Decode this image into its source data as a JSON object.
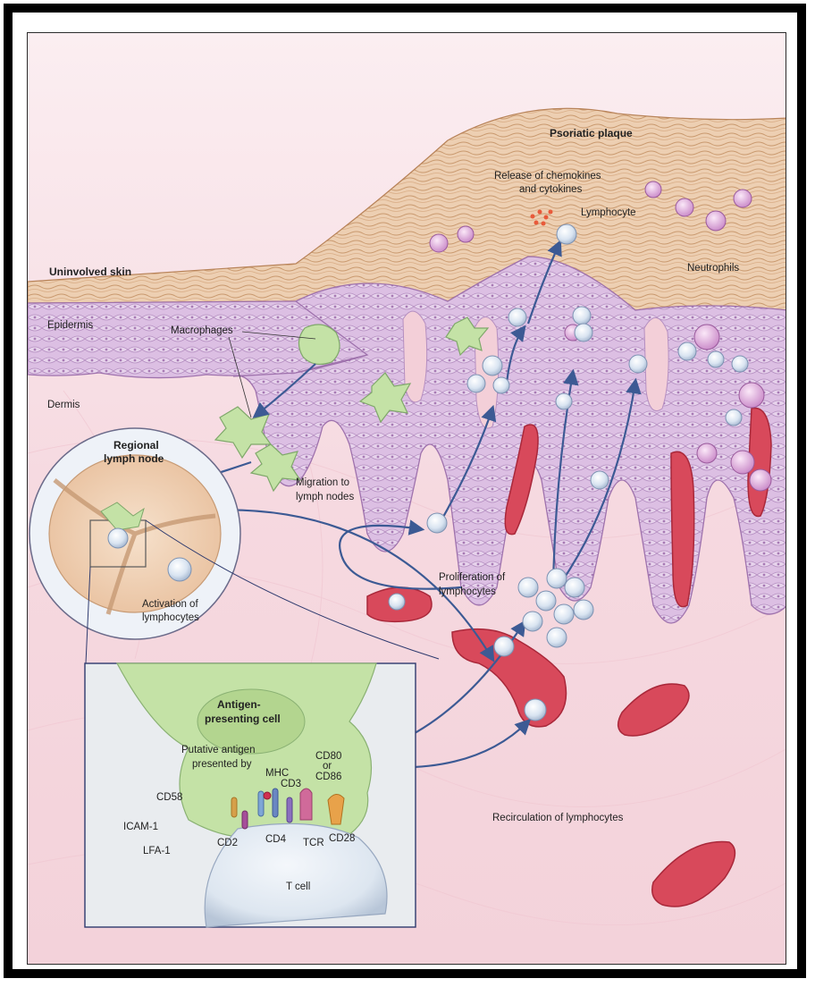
{
  "labels": {
    "uninvolved_skin": "Uninvolved skin",
    "psoriatic_plaque": "Psoriatic plaque",
    "release_line1": "Release of chemokines",
    "release_line2": "and cytokines",
    "lymphocyte": "Lymphocyte",
    "neutrophils": "Neutrophils",
    "epidermis": "Epidermis",
    "dermis": "Dermis",
    "macrophages": "Macrophages",
    "regional_line1": "Regional",
    "regional_line2": "lymph node",
    "migration_line1": "Migration to",
    "migration_line2": "lymph nodes",
    "activation_line1": "Activation of",
    "activation_line2": "lymphocytes",
    "proliferation_line1": "Proliferation of",
    "proliferation_line2": "lymphocytes",
    "recirculation": "Recirculation of lymphocytes",
    "apc_line1": "Antigen-",
    "apc_line2": "presenting cell",
    "putative_line1": "Putative antigen",
    "putative_line2": "presented by",
    "mhc": "MHC",
    "cd3": "CD3",
    "cd80_line1": "CD80",
    "cd80_line2": "or",
    "cd80_line3": "CD86",
    "cd58": "CD58",
    "icam1": "ICAM-1",
    "lfa1": "LFA-1",
    "cd2": "CD2",
    "cd4": "CD4",
    "tcr": "TCR",
    "cd28": "CD28",
    "t_cell": "T cell"
  },
  "colors": {
    "background_pink": "#f7dde3",
    "stratum_corneum": "#e9c6a3",
    "epidermis_purple": "#d9b7e0",
    "apc_green": "#c4e2a6",
    "lymphocyte_blue": "#dbe6f2",
    "vessel_red": "#d8495b",
    "arrow_blue": "#3c5a94"
  }
}
